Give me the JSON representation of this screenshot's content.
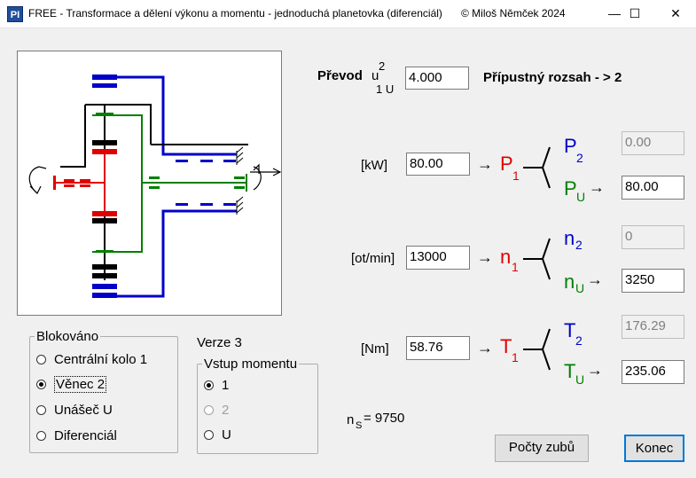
{
  "window": {
    "title": "FREE - Transformace a dělení výkonu a momentu - jednoduchá planetovka (diferenciál)",
    "copyright": "© Miloš Němček 2024",
    "icon_text": "PI",
    "controls": {
      "minimize": "—",
      "maximize": "☐",
      "close": "✕"
    }
  },
  "ratio": {
    "label": "Převod",
    "u": "u",
    "sup": "2",
    "sub": "1 U",
    "value": "4.000",
    "range_text": "Přípustný rozsah - > 2"
  },
  "power": {
    "unit": "[kW]",
    "input": "80.00",
    "arrow": "→",
    "in_symbol": "P",
    "in_sub": "1",
    "out2_symbol": "P",
    "out2_sub": "2",
    "out2_value": "0.00",
    "outU_symbol": "P",
    "outU_sub": "U",
    "outU_arrow": "→",
    "outU_value": "80.00"
  },
  "speed": {
    "unit": "[ot/min]",
    "input": "13000",
    "arrow": "→",
    "in_symbol": "n",
    "in_sub": "1",
    "out2_symbol": "n",
    "out2_sub": "2",
    "out2_value": "0",
    "outU_symbol": "n",
    "outU_sub": "U",
    "outU_arrow": "→",
    "outU_value": "3250"
  },
  "torque": {
    "unit": "[Nm]",
    "input": "58.76",
    "arrow": "→",
    "in_symbol": "T",
    "in_sub": "1",
    "out2_symbol": "T",
    "out2_sub": "2",
    "out2_value": "176.29",
    "outU_symbol": "T",
    "outU_sub": "U",
    "outU_arrow": "→",
    "outU_value": "235.06"
  },
  "blocked": {
    "title": "Blokováno",
    "options": [
      "Centrální kolo 1",
      "Věnec 2",
      "Unášeč U",
      "Diferenciál"
    ],
    "selected": "Věnec 2"
  },
  "version": "Verze 3",
  "torque_input": {
    "title": "Vstup momentu",
    "options": [
      "1",
      "2",
      "U"
    ],
    "selected": "1",
    "disabled": "2"
  },
  "ns": {
    "symbol": "n",
    "sub": "S",
    "text": "= 9750"
  },
  "buttons": {
    "teeth": "Počty zubů",
    "end": "Konec"
  },
  "colors": {
    "input": "#e00000",
    "ring": "#0000c8",
    "carrier": "#008000"
  }
}
